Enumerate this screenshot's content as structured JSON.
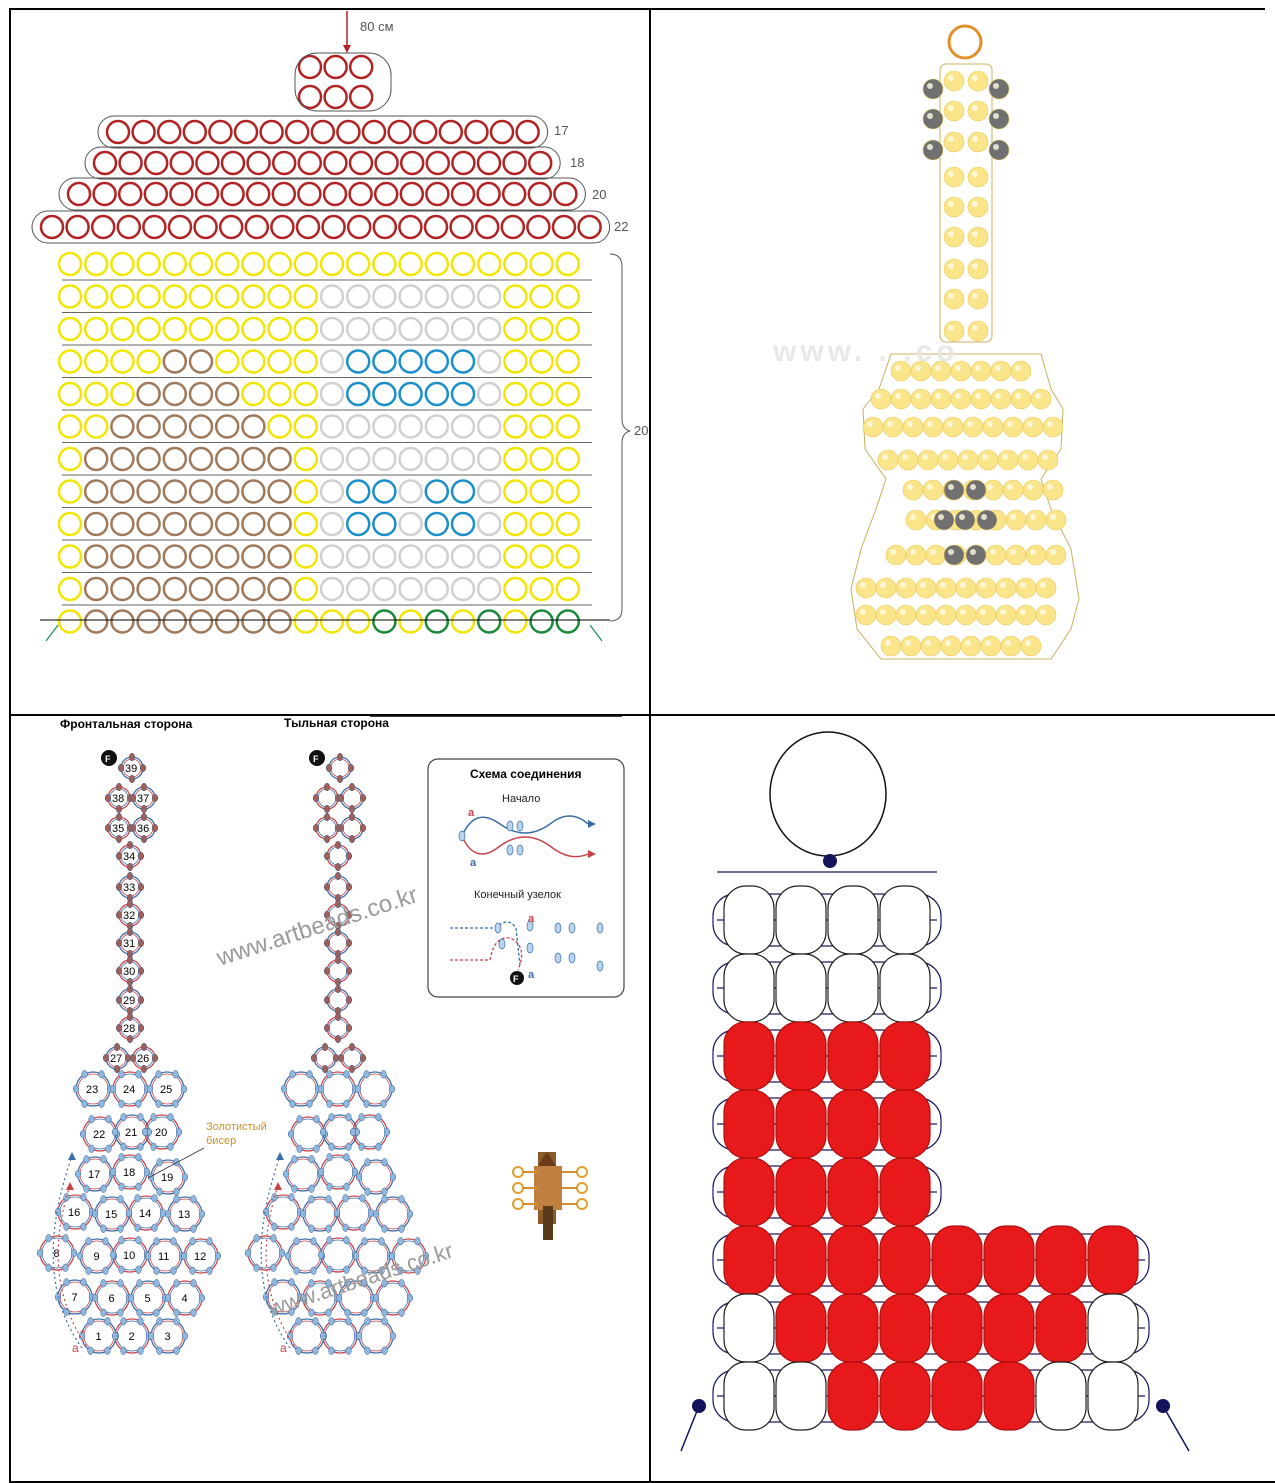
{
  "house": {
    "top_label": "80 см",
    "row_counts": [
      "17",
      "18",
      "20",
      "22"
    ],
    "height_label": "20"
  },
  "guitar_photo": {
    "watermark": "www.   .   .co"
  },
  "guitar_scheme": {
    "front_title": "Фронтальная сторона",
    "back_title": "Тыльная сторона",
    "joint_title": "Схема соединения",
    "start_label": "Начало",
    "end_knot_label": "Конечный узелок",
    "gold_bead_label_1": "Золотистый",
    "gold_bead_label_2": "бисер",
    "watermark_1": "www.artbeads.co.kr",
    "watermark_2": "www.artbeads.co.kr",
    "bead_numbers": [
      "39",
      "38",
      "37",
      "35",
      "36",
      "34",
      "33",
      "32",
      "31",
      "30",
      "29",
      "28",
      "27",
      "26",
      "23",
      "24",
      "25",
      "22",
      "21",
      "20",
      "17",
      "18",
      "19",
      "16",
      "15",
      "14",
      "13",
      "8",
      "9",
      "10",
      "11",
      "12",
      "7",
      "6",
      "5",
      "4",
      "1",
      "2",
      "3"
    ],
    "marker_f": "F",
    "marker_a": "a"
  },
  "boot": {
    "colors": {
      "red": "#e8191b",
      "outline": "#1a1a5e"
    }
  },
  "colors": {
    "roof": "#b22222",
    "wall": "#f2e600",
    "window": "#1a8fc9",
    "door": "#a0785a",
    "gray": "#d0d0d0",
    "green": "#1a8a3a",
    "bead_yellow": "#fbe58a",
    "bead_gray": "#707070"
  }
}
